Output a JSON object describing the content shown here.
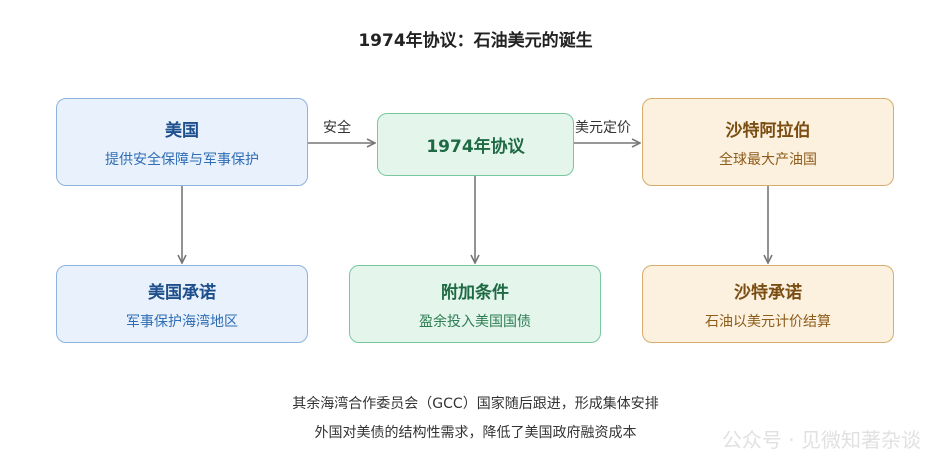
{
  "title": "1974年协议：石油美元的诞生",
  "nodes": {
    "usa": {
      "name": "美国",
      "sub": "提供安全保障与军事保护"
    },
    "agreement": {
      "name": "1974年协议"
    },
    "saudi": {
      "name": "沙特阿拉伯",
      "sub": "全球最大产油国"
    },
    "usa_commit": {
      "name": "美国承诺",
      "sub": "军事保护海湾地区"
    },
    "extra": {
      "name": "附加条件",
      "sub": "盈余投入美国国债"
    },
    "saudi_commit": {
      "name": "沙特承诺",
      "sub": "石油以美元计价结算"
    }
  },
  "edges": {
    "security_label": "安全",
    "pricing_label": "美元定价"
  },
  "notes": {
    "line1": "其余海湾合作委员会（GCC）国家随后跟进，形成集体安排",
    "line2": "外国对美债的结构性需求，降低了美国政府融资成本"
  },
  "watermark": "公众号 · 见微知著杂谈",
  "colors": {
    "arrow": "#777777",
    "blue_fill": "#e8f1fc",
    "green_fill": "#e4f5ec",
    "orange_fill": "#fcf1de"
  }
}
